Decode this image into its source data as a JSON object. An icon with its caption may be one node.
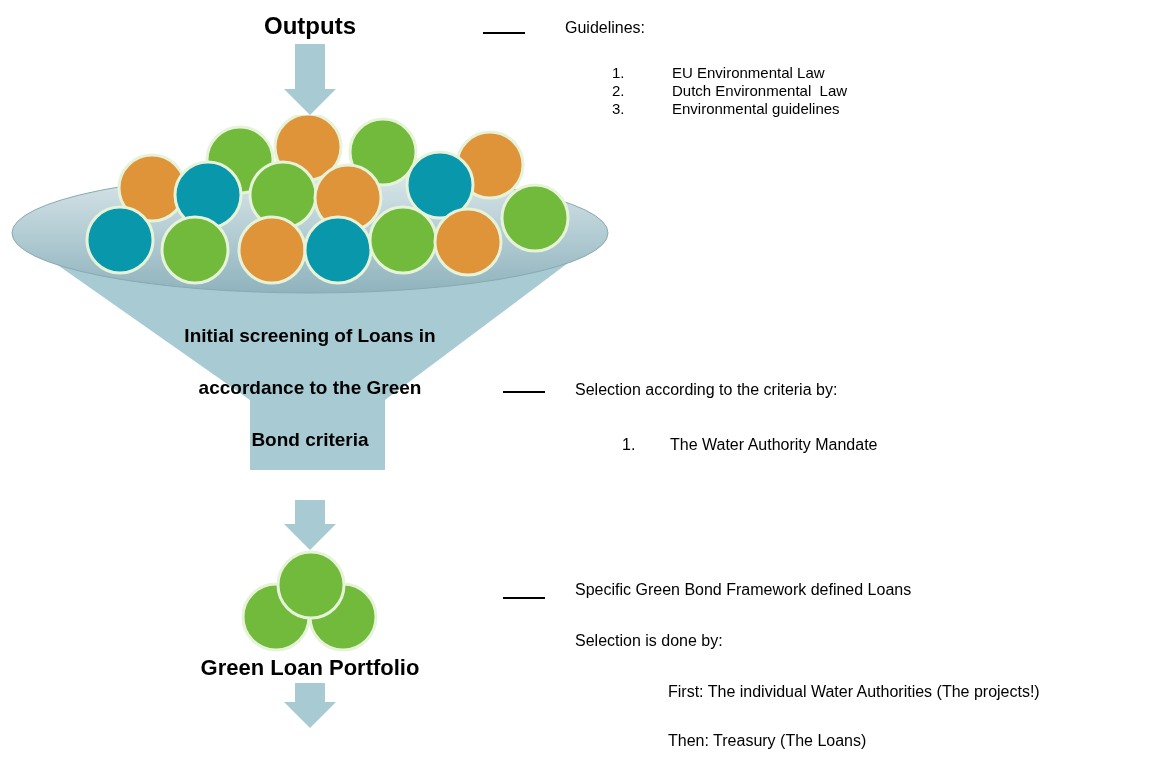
{
  "diagram": {
    "nodes": [
      {
        "text": [
          "Outputs"
        ]
      },
      {
        "text": [
          "Initial screening of Loans in accordance to the Green Bond criteria"
        ]
      },
      {
        "text": [
          "Green Loan Portfolio"
        ]
      }
    ],
    "edges": [
      {
        "from": 0,
        "to": 1,
        "arrow": "to"
      },
      {
        "from": 1,
        "to": 2,
        "arrow": "to"
      },
      {
        "from": 2,
        "to": null,
        "arrow": "to"
      }
    ],
    "labels": [
      "Guidelines:",
      "1.",
      "EU Environmental Law",
      "2.",
      "Dutch Environmental  Law",
      "3.",
      "Environmental guidelines",
      "Selection according to the criteria by:",
      "1.",
      "The Water Authority Mandate",
      "Specific Green Bond Framework defined Loans",
      "Selection is done by:",
      "First: The individual Water Authorities (The projects!)",
      "Then: Treasury (The Loans)"
    ]
  }
}
